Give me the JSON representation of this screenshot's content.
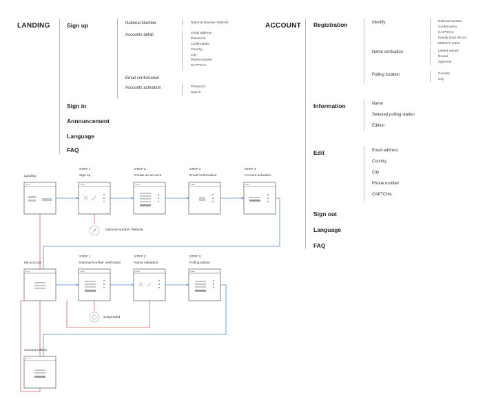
{
  "landing": {
    "title": "LANDING",
    "signup": {
      "label": "Sign up",
      "national_number": "National Number",
      "national_number_website": "National Number Website",
      "accounts_detail": "Accounts detail",
      "accounts_detail_fields": [
        "Email address",
        "Password",
        "Confirmation",
        "Country",
        "City",
        "Phone number",
        "CAPTCHA"
      ],
      "email_confirmation": "Email confirmation",
      "accounts_activation": "Accounts activation",
      "activation_fields": [
        "Password",
        "Sign in"
      ]
    },
    "items": [
      "Sign in",
      "Announcement",
      "Language",
      "FAQ"
    ]
  },
  "account": {
    "title": "ACCOUNT",
    "registration": {
      "label": "Registration",
      "identify": "Identify",
      "identify_fields": [
        "National number",
        "Confirmation",
        "CAPTCHA",
        "Family book record",
        "Mother's name"
      ],
      "name_verification": "Name verfication",
      "name_verification_fields": [
        "Linked  names",
        "Reutal",
        "Approval"
      ],
      "polling_location": "Polling location",
      "polling_location_fields": [
        "Country",
        "City"
      ]
    },
    "information": {
      "label": "Information",
      "fields": [
        "Name",
        "Selected polling station",
        "Edition"
      ]
    },
    "edit": {
      "label": "Edit",
      "fields": [
        "Email address",
        "Country",
        "City",
        "Phone number",
        "CAPTCHA"
      ]
    },
    "items": [
      "Sign out",
      "Language",
      "FAQ"
    ]
  },
  "flow": {
    "row1": {
      "landing": "Landing",
      "step1_tag": "STEP 1",
      "step1": "Sign up",
      "step2_tag": "STEP 2",
      "step2": "Create an account",
      "step3_tag": "STEP 3",
      "step3": "Email confirmation",
      "step4_tag": "STEP 4",
      "step4": "Account activation",
      "external": "National Number Website"
    },
    "row2": {
      "my_account": "My account",
      "step1_tag": "STEP 1",
      "step1": "National Number verification",
      "step2_tag": "STEP 2",
      "step2": "Name validation",
      "step3_tag": "STEP 3",
      "step3": "Polling station",
      "suspended": "Suspended"
    },
    "row3": {
      "account_edition": "Account edition"
    },
    "window_dots": "•••",
    "colors": {
      "blue": "#4a86d8",
      "red": "#e05a5a",
      "frame": "#666",
      "placeholder": "#c4c4c4"
    }
  }
}
